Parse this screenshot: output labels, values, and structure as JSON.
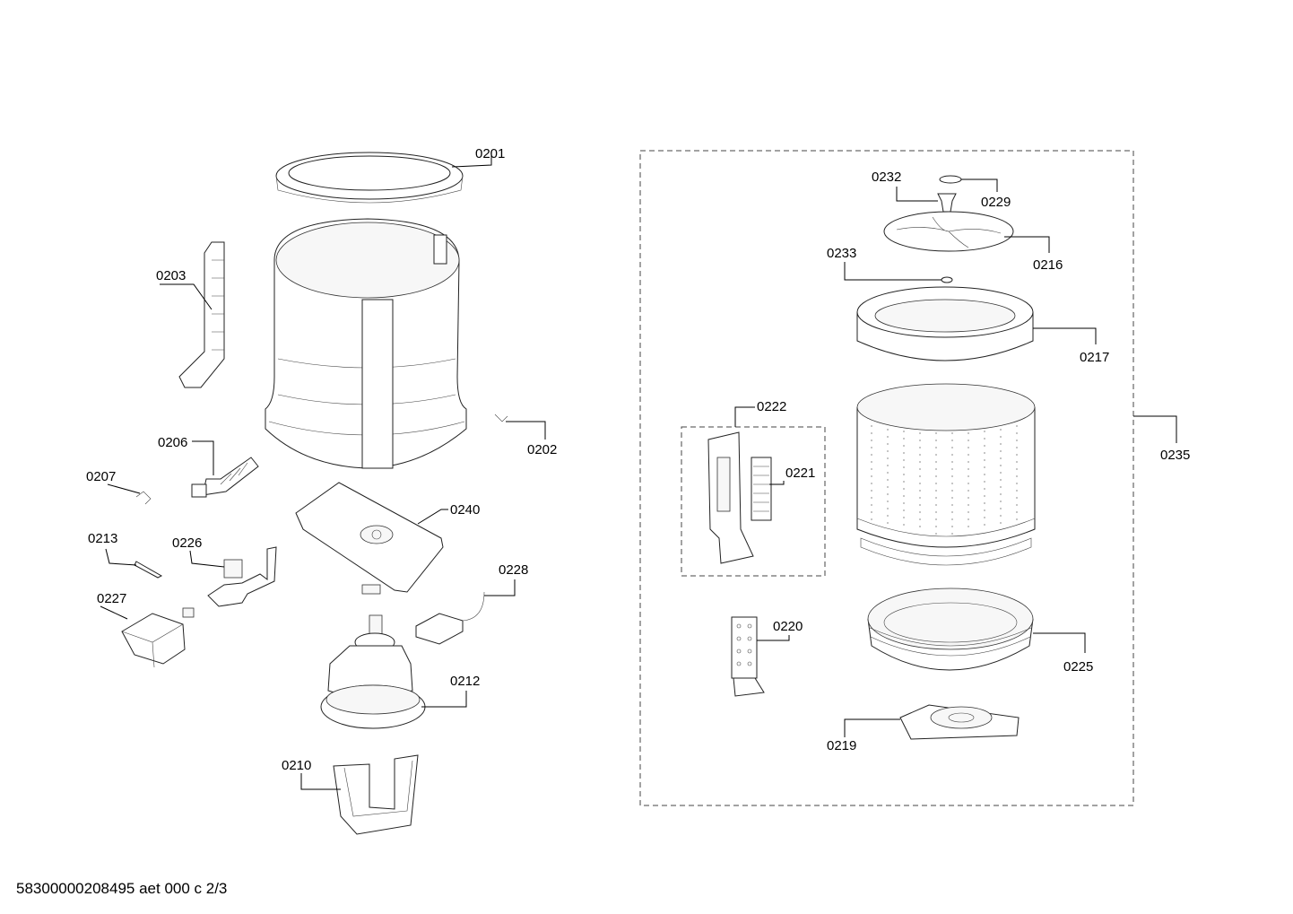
{
  "labels": {
    "p0201": "0201",
    "p0202": "0202",
    "p0203": "0203",
    "p0206": "0206",
    "p0207": "0207",
    "p0210": "0210",
    "p0212": "0212",
    "p0213": "0213",
    "p0216": "0216",
    "p0217": "0217",
    "p0219": "0219",
    "p0220": "0220",
    "p0221": "0221",
    "p0222": "0222",
    "p0225": "0225",
    "p0226": "0226",
    "p0227": "0227",
    "p0228": "0228",
    "p0229": "0229",
    "p0232": "0232",
    "p0233": "0233",
    "p0235": "0235",
    "p0240": "0240"
  },
  "footer": "58300000208495 aet 000 c 2/3"
}
